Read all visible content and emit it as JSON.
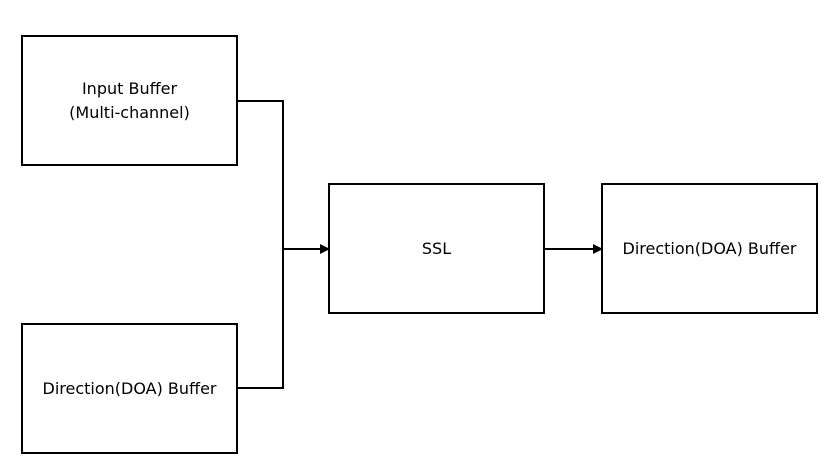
{
  "diagram": {
    "boxes": {
      "input_buffer": {
        "label": "Input Buffer\n(Multi-channel)"
      },
      "direction_buffer_input": {
        "label": "Direction(DOA) Buffer"
      },
      "ssl": {
        "label": "SSL"
      },
      "direction_buffer_output": {
        "label": "Direction(DOA) Buffer"
      }
    },
    "colors": {
      "stroke": "#000000",
      "background": "#ffffff"
    }
  }
}
